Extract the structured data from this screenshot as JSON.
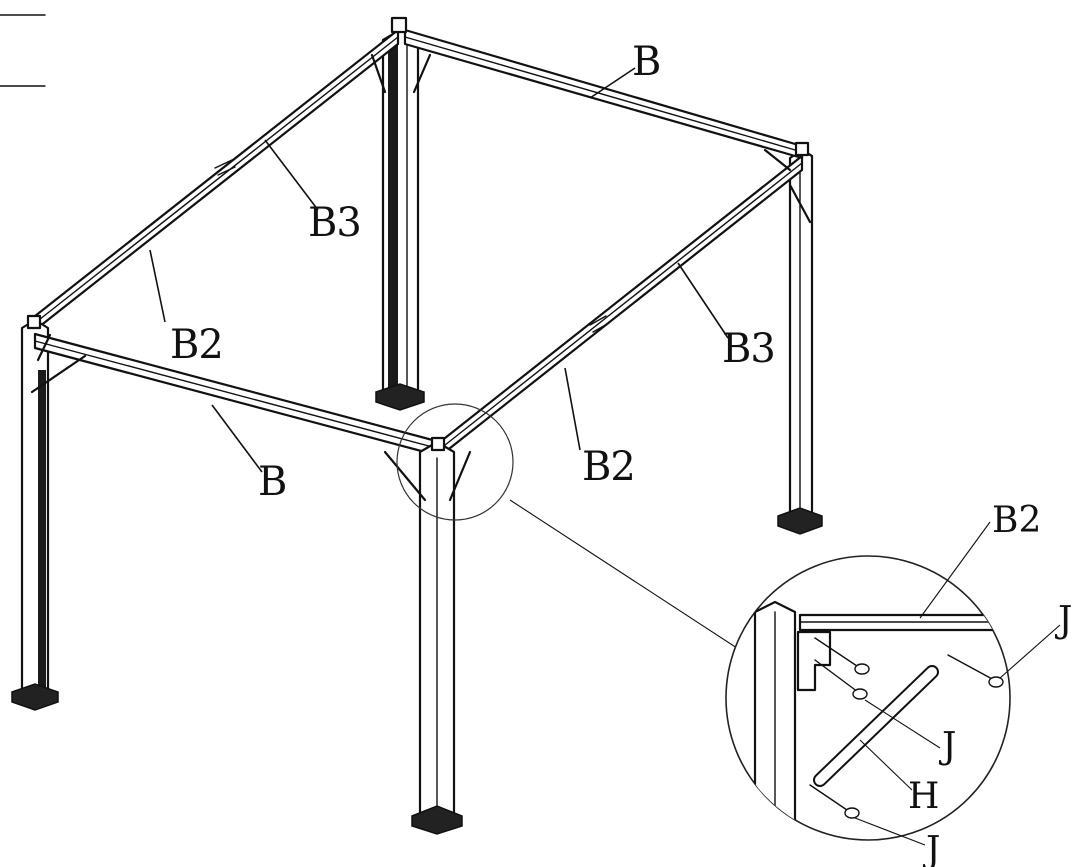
{
  "labels": {
    "top_back_beam": "B",
    "left_side_beam_upper": "B3",
    "left_side_beam_lower": "B2",
    "front_beam": "B",
    "right_side_beam_lower": "B2",
    "right_side_beam_upper": "B3",
    "detail_beam": "B2",
    "detail_bolt_top": "J",
    "detail_bolt_middle": "J",
    "detail_brace": "H",
    "detail_bolt_bottom": "J"
  }
}
